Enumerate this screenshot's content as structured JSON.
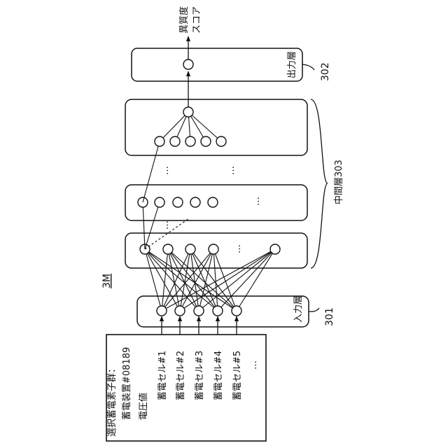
{
  "figure_label": "3M",
  "input_box": {
    "title": "選択蓄電素子群：",
    "device": "蓄電装置#08189",
    "heading": "電圧値",
    "cells": [
      "蓄電セル#1",
      "蓄電セル#2",
      "蓄電セル#3",
      "蓄電セル#4",
      "蓄電セル#5"
    ],
    "ellipsis": "…"
  },
  "layers": {
    "input": {
      "label": "入力層",
      "ref": "301"
    },
    "hidden": {
      "label": "中間層303",
      "ellipsis": "…"
    },
    "output": {
      "label": "出力層",
      "ref": "302"
    }
  },
  "output_label": {
    "line1": "異質度",
    "line2": "スコア"
  }
}
